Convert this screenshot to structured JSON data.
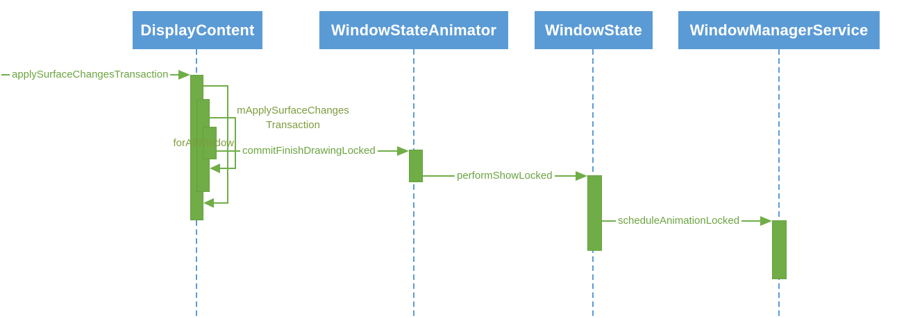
{
  "diagram_type": "uml-sequence-diagram",
  "colors": {
    "background": "#FFFFFF",
    "header_bg": "#5B9BD5",
    "header_text": "#FFFFFF",
    "lifeline": "#5B9BD5",
    "activation_fill": "#70AD47",
    "activation_border": "#64A03D",
    "arrow": "#70AD47",
    "arrow_label": "#6BA441",
    "self_label": "#7D9C3E"
  },
  "lifelines": [
    {
      "name": "DisplayContent"
    },
    {
      "name": "WindowStateAnimator"
    },
    {
      "name": "WindowState"
    },
    {
      "name": "WindowManagerService"
    }
  ],
  "messages": [
    {
      "label": "applySurfaceChangesTransaction",
      "from": "external",
      "to": "DisplayContent"
    },
    {
      "label": "commitFinishDrawingLocked",
      "from": "DisplayContent",
      "to": "WindowStateAnimator"
    },
    {
      "label": "performShowLocked",
      "from": "WindowStateAnimator",
      "to": "WindowState"
    },
    {
      "label": "scheduleAnimationLocked",
      "from": "WindowState",
      "to": "WindowManagerService"
    }
  ],
  "self_messages": [
    {
      "label_line1": "mApplySurfaceChanges",
      "label_line2": "Transaction",
      "on": "DisplayContent"
    },
    {
      "label": "forAllWindow",
      "on": "DisplayContent"
    }
  ]
}
